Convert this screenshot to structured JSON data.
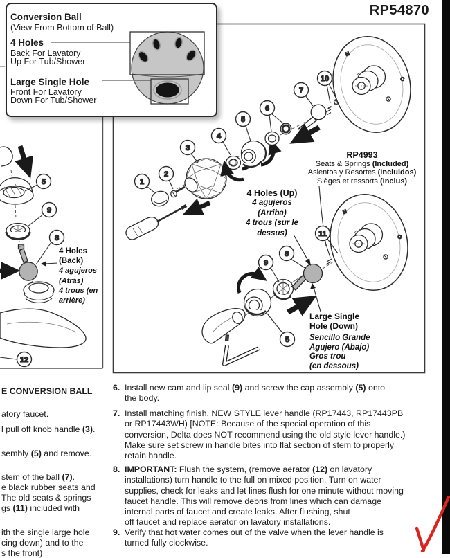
{
  "page": {
    "part_number": "RP54870"
  },
  "colors": {
    "red_check": "#d9251d",
    "ball_fill": "#c6c6c6",
    "part_gray": "#b3b3b3",
    "line": "#222222"
  },
  "callout_box": {
    "title": "Conversion Ball",
    "subtitle": "(View From Bottom of Ball)",
    "four_holes_label": "4 Holes",
    "four_holes_line1": "Back For Lavatory",
    "four_holes_line2": "Up For Tub/Shower",
    "large_hole_label": "Large Single Hole",
    "large_hole_line1": "Front For Lavatory",
    "large_hole_line2": "Down For Tub/Shower"
  },
  "diagram": {
    "main_callouts": {
      "c1": "1",
      "c2": "2",
      "c3": "3",
      "c4": "4",
      "c5": "5",
      "c6": "6",
      "c7": "7",
      "c10": "10",
      "c11": "11",
      "c8": "8",
      "c9": "9",
      "c5b": "5"
    },
    "left_callouts": {
      "c5": "5",
      "c9": "9",
      "c8": "8",
      "c12": "12"
    },
    "plate_marks": {
      "h": "H",
      "c": "C"
    },
    "labels": {
      "rp4993": [
        [
          [
            "RP4993",
            1
          ]
        ],
        [
          [
            "Seats & Springs ",
            0
          ],
          [
            "(Included)",
            1
          ]
        ],
        [
          [
            "Asientos y Resortes ",
            0
          ],
          [
            "(Incluidos)",
            1
          ]
        ],
        [
          [
            "Sièges et ressorts ",
            0
          ],
          [
            "(Inclus)",
            1
          ]
        ]
      ],
      "four_holes_up": [
        [
          [
            "4 Holes (Up)",
            1
          ]
        ],
        [
          [
            "4 agujeros",
            2
          ]
        ],
        [
          [
            "(Arriba)",
            2
          ]
        ],
        [
          [
            "4 trous (sur le",
            2
          ]
        ],
        [
          [
            "dessus)",
            2
          ]
        ]
      ],
      "large_single_hole": [
        [
          [
            "Large Single",
            1
          ]
        ],
        [
          [
            "Hole (Down)",
            1
          ]
        ],
        [
          [
            "Sencillo Grande",
            2
          ]
        ],
        [
          [
            "Agujero (Abajo)",
            2
          ]
        ],
        [
          [
            "Gros trou",
            2
          ]
        ],
        [
          [
            "(en dessous)",
            2
          ]
        ]
      ],
      "four_holes_back": [
        [
          [
            "4 Holes",
            1
          ]
        ],
        [
          [
            "(Back)",
            1
          ]
        ],
        [
          [
            "4 agujeros",
            2
          ]
        ],
        [
          [
            "(Atrás)",
            2
          ]
        ],
        [
          [
            "4 trous (en",
            2
          ]
        ],
        [
          [
            "arrière)",
            2
          ]
        ]
      ]
    }
  },
  "left_column": {
    "lines": [
      [
        [
          "E CONVERSION BALL",
          1
        ]
      ],
      [
        [
          "atory faucet.",
          0
        ]
      ],
      [
        [
          "l pull off knob handle ",
          0
        ],
        [
          "(3)",
          1
        ],
        [
          ".",
          0
        ]
      ],
      [
        [
          "sembly ",
          0
        ],
        [
          "(5)",
          1
        ],
        [
          " and remove.",
          0
        ]
      ],
      [
        [
          "stem of the ball ",
          0
        ],
        [
          "(7)",
          1
        ],
        [
          ".",
          0
        ]
      ],
      [
        [
          "e black rubber seats and",
          0
        ]
      ],
      [
        [
          "The old seats & springs",
          0
        ]
      ],
      [
        [
          "gs ",
          0
        ],
        [
          "(11)",
          1
        ],
        [
          " included with",
          0
        ]
      ],
      [
        [
          "ith the single large hole",
          0
        ]
      ],
      [
        [
          "cing down) and to the",
          0
        ]
      ],
      [
        [
          "s the front)",
          0
        ]
      ]
    ]
  },
  "instructions": {
    "i6": {
      "num": "6.",
      "lines": [
        [
          [
            "Install new cam and lip seal ",
            0
          ],
          [
            "(9)",
            1
          ],
          [
            " and screw the cap assembly ",
            0
          ],
          [
            "(5)",
            1
          ],
          [
            " onto",
            0
          ]
        ],
        [
          [
            "the body.",
            0
          ]
        ]
      ]
    },
    "i7": {
      "num": "7.",
      "lines": [
        [
          [
            "Install matching finish, NEW STYLE lever handle (RP17443, RP17443PB",
            0
          ]
        ],
        [
          [
            "or RP17443WH) [NOTE: Because of the special operation of this",
            0
          ]
        ],
        [
          [
            "conversion, Delta does NOT recommend using the old style lever handle.)",
            0
          ]
        ],
        [
          [
            "Make sure set screw in handle bites into flat section of stem to properly",
            0
          ]
        ],
        [
          [
            "retain handle.",
            0
          ]
        ]
      ]
    },
    "i8": {
      "num": "8.",
      "lines": [
        [
          [
            "IMPORTANT:",
            1
          ],
          [
            " Flush the system, (remove aerator ",
            0
          ],
          [
            "(12)",
            1
          ],
          [
            " on lavatory",
            0
          ]
        ],
        [
          [
            "installations) turn handle to the full on mixed position. Turn on water",
            0
          ]
        ],
        [
          [
            "supplies, check for leaks and let lines flush for one minute without moving",
            0
          ]
        ],
        [
          [
            "faucet handle. This will remove debris from lines which can damage",
            0
          ]
        ],
        [
          [
            "internal parts of faucet and create leaks. After flushing, shut",
            0
          ]
        ],
        [
          [
            "off faucet and replace aerator on lavatory installations.",
            0
          ]
        ]
      ]
    },
    "i9": {
      "num": "9.",
      "lines": [
        [
          [
            "Verify that hot water comes out of the valve when the lever handle is",
            0
          ]
        ],
        [
          [
            "turned fully clockwise.",
            0
          ]
        ]
      ]
    }
  }
}
